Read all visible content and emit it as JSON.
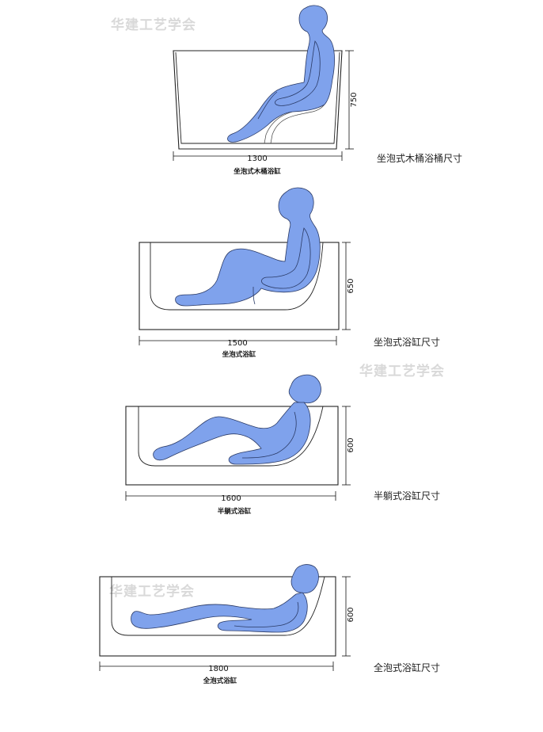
{
  "colors": {
    "body_fill": "#7fa2ec",
    "outline": "#222222",
    "watermark": "#d9d9d9"
  },
  "watermarks": [
    "华建工艺学会",
    "华建工艺学会",
    "华建工艺学会"
  ],
  "tubs": [
    {
      "caption": "坐泡式木桶浴缸",
      "label": "坐泡式木桶浴桶尺寸",
      "width_dim": "1300",
      "height_dim": "750"
    },
    {
      "caption": "坐泡式浴缸",
      "label": "坐泡式浴缸尺寸",
      "width_dim": "1500",
      "height_dim": "650"
    },
    {
      "caption": "半躺式浴缸",
      "label": "半躺式浴缸尺寸",
      "width_dim": "1600",
      "height_dim": "600"
    },
    {
      "caption": "全泡式浴缸",
      "label": "全泡式浴缸尺寸",
      "width_dim": "1800",
      "height_dim": "600"
    }
  ]
}
